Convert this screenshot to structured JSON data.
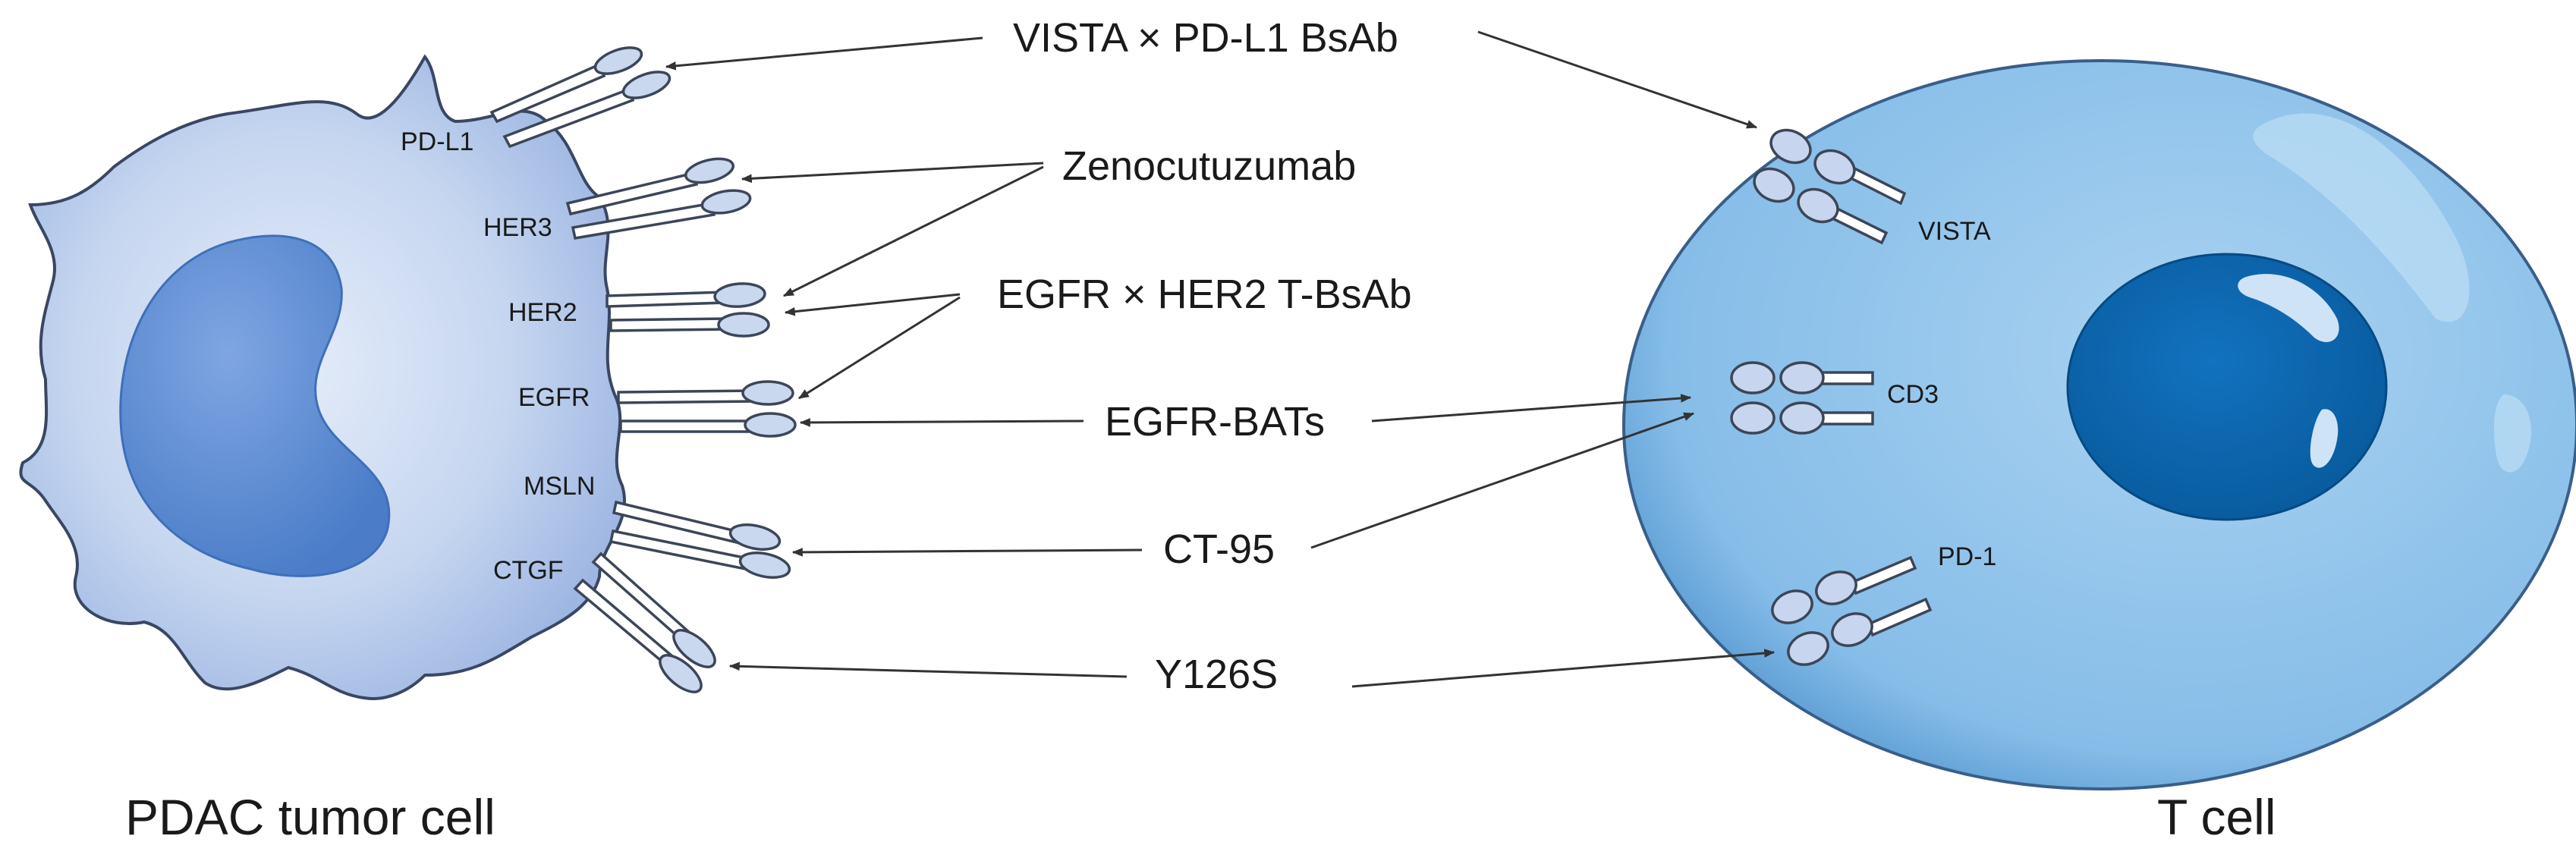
{
  "tumor_cell": {
    "title": "PDAC tumor cell",
    "receptors": [
      "PD-L1",
      "HER3",
      "HER2",
      "EGFR",
      "MSLN",
      "CTGF"
    ]
  },
  "t_cell": {
    "title": "T cell",
    "receptors": [
      "VISTA",
      "CD3",
      "PD-1"
    ]
  },
  "drugs": [
    "VISTA × PD-L1 BsAb",
    "Zenocutuzumab",
    "EGFR × HER2 T-BsAb",
    "EGFR-BATs",
    "CT-95",
    "Y126S"
  ],
  "colors": {
    "tumor_body": "#c6d6f0",
    "tumor_nucleus": "#5e8fd6",
    "t_cell_body": "#8dc3ea",
    "t_cell_nucleus": "#0b67b0",
    "receptor_fill": "#c9d7ef"
  }
}
